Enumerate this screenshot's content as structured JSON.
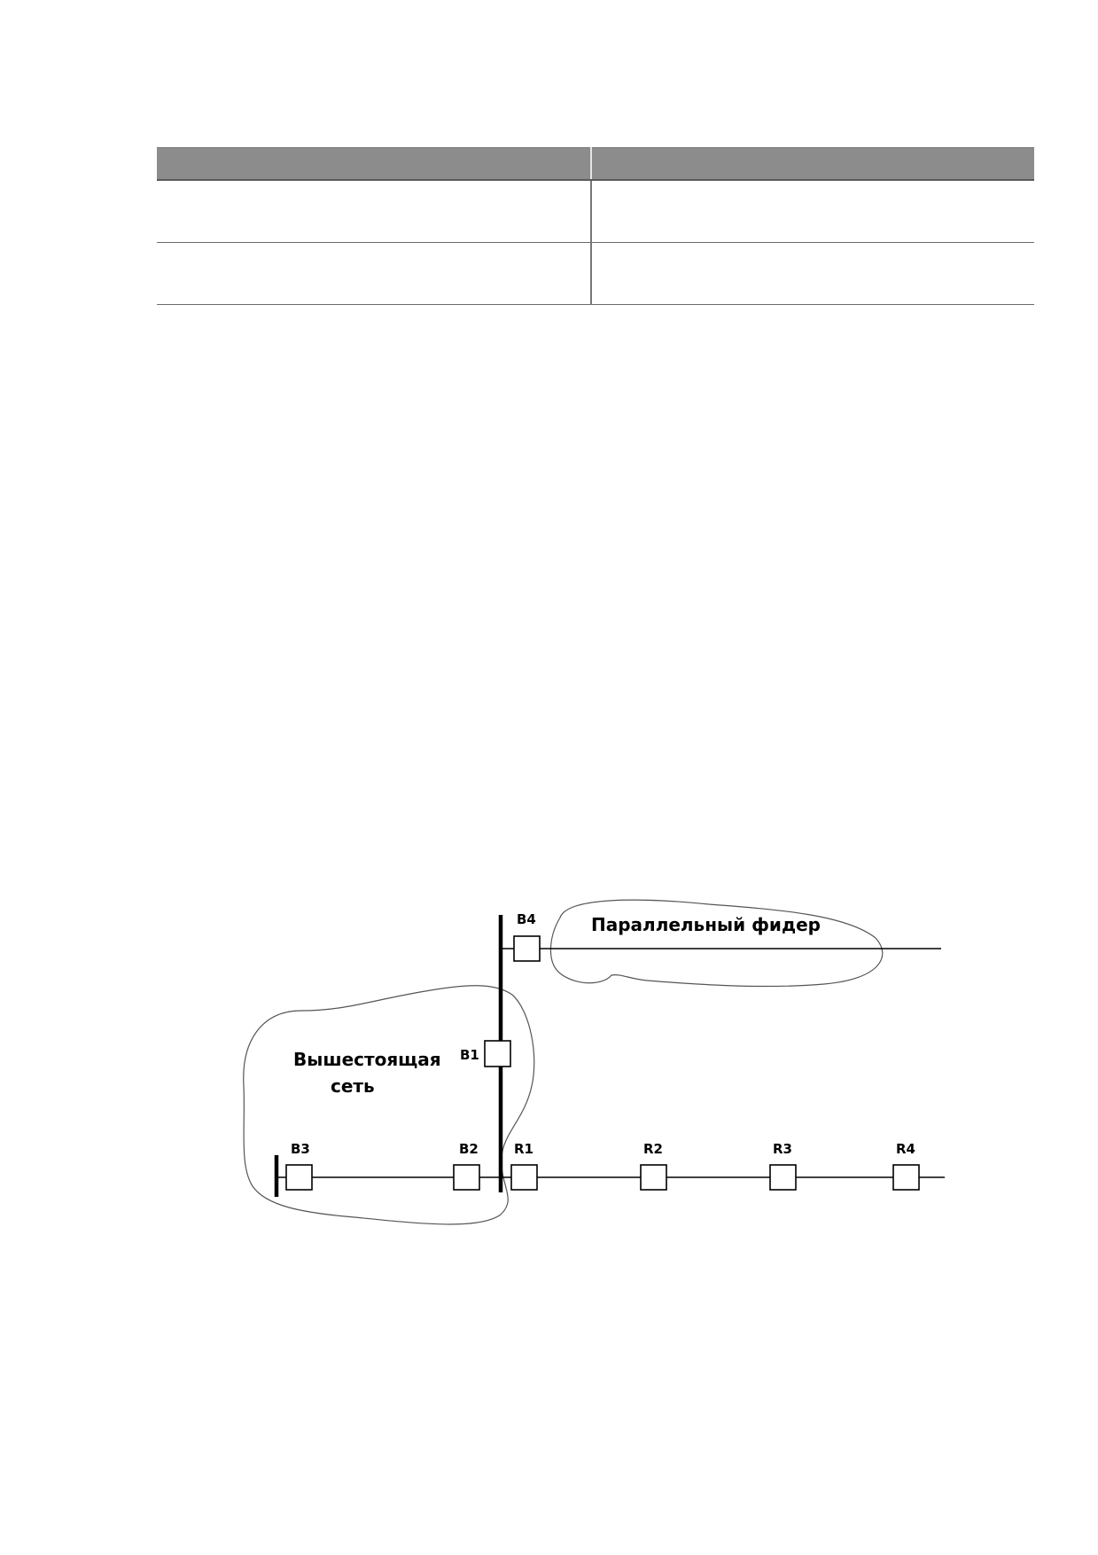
{
  "table": {
    "headers": [
      "",
      ""
    ],
    "rows": [
      [
        "",
        ""
      ],
      [
        "",
        ""
      ]
    ]
  },
  "diagram": {
    "regions": {
      "parallel_feeder": "Параллельный фидер",
      "upstream_network_line1": "Вышестоящая",
      "upstream_network_line2": "сеть"
    },
    "switches": {
      "B4": "B4",
      "B1": "B1",
      "B3": "B3",
      "B2": "B2",
      "R1": "R1",
      "R2": "R2",
      "R3": "R3",
      "R4": "R4"
    }
  }
}
